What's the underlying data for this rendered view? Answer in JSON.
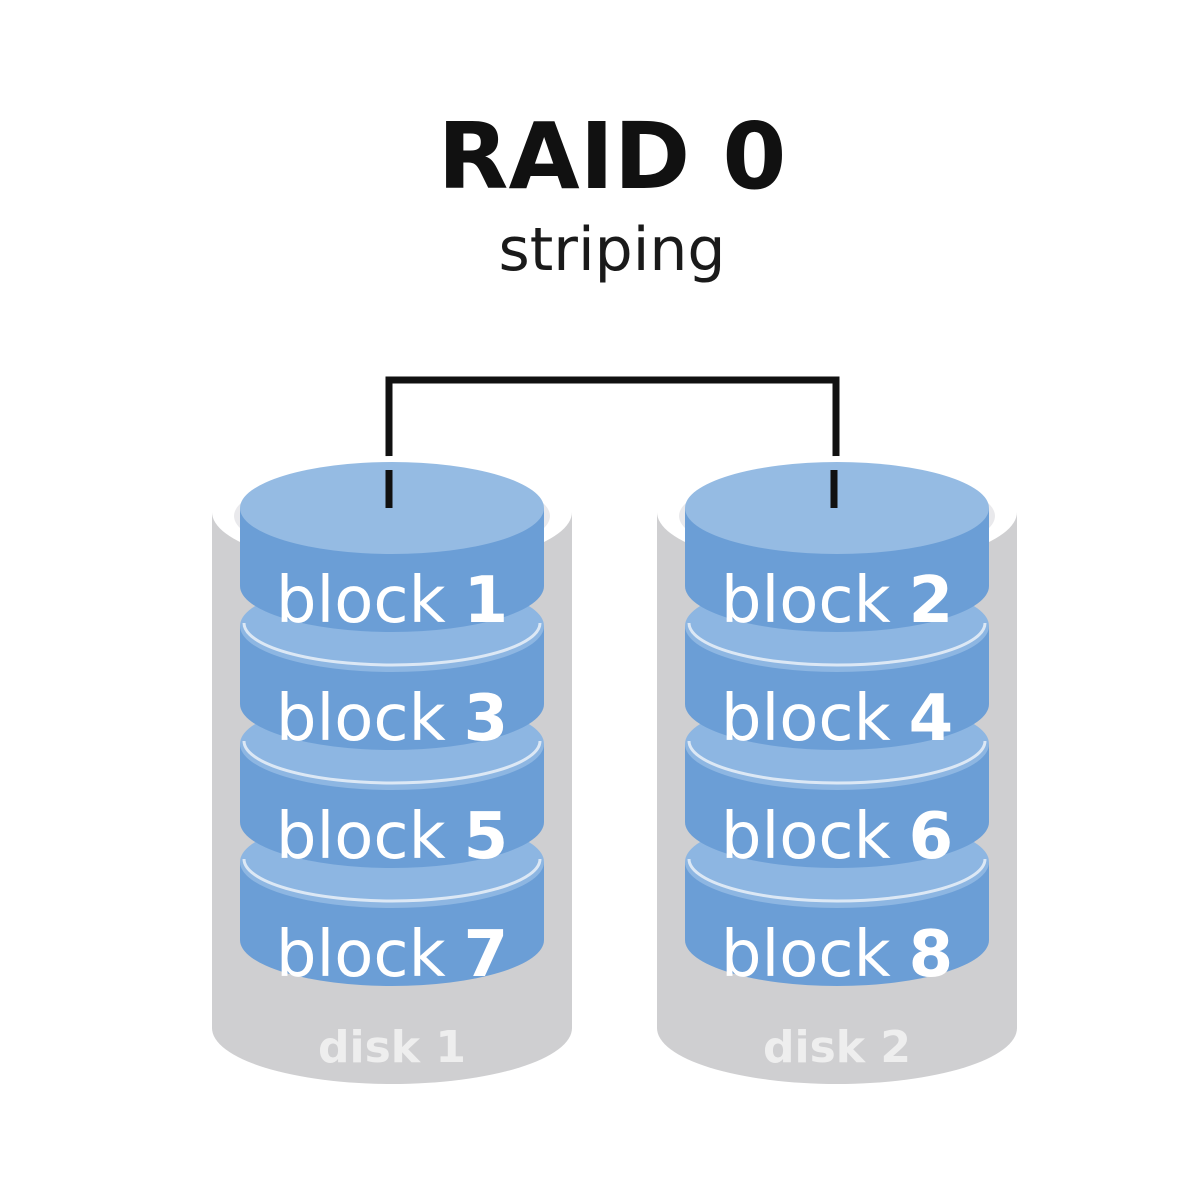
{
  "title": "RAID 0",
  "subtitle": "striping",
  "colors": {
    "disk_body": "#cfcfd1",
    "disk_rim": "#ffffff",
    "block_side": "#6b9ed6",
    "block_top": "#95bbe3",
    "block_seam": "#8db6e2",
    "block_text": "#ffffff",
    "disk_label": "#eeeeee",
    "connector": "#111111"
  },
  "disks": [
    {
      "label": "disk 1",
      "blocks": [
        {
          "word": "block",
          "num": "1"
        },
        {
          "word": "block",
          "num": "3"
        },
        {
          "word": "block",
          "num": "5"
        },
        {
          "word": "block",
          "num": "7"
        }
      ]
    },
    {
      "label": "disk 2",
      "blocks": [
        {
          "word": "block",
          "num": "2"
        },
        {
          "word": "block",
          "num": "4"
        },
        {
          "word": "block",
          "num": "6"
        },
        {
          "word": "block",
          "num": "8"
        }
      ]
    }
  ]
}
